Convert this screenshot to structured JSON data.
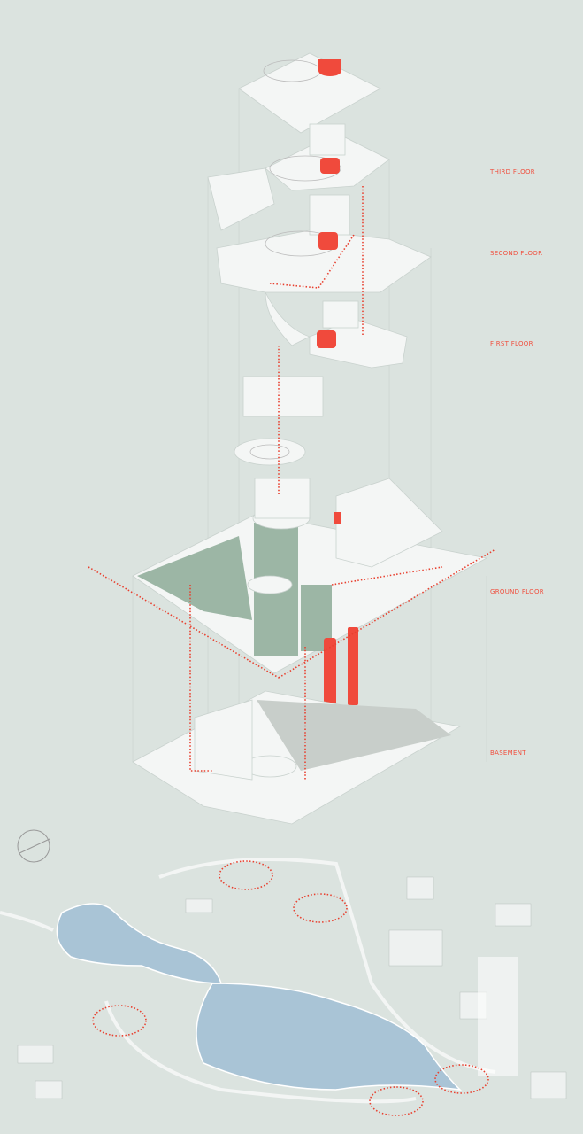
{
  "diagram": {
    "type": "exploded-axonometric",
    "floor_labels": [
      "THIRD FLOOR",
      "SECOND FLOOR",
      "FIRST FLOOR",
      "GROUND FLOOR",
      "BASEMENT"
    ],
    "colors": {
      "background": "#dbe3df",
      "accent_red": "#f04a3c",
      "landscape_green": "#9cb6a5",
      "water_blue": "#a9c4d6"
    }
  }
}
